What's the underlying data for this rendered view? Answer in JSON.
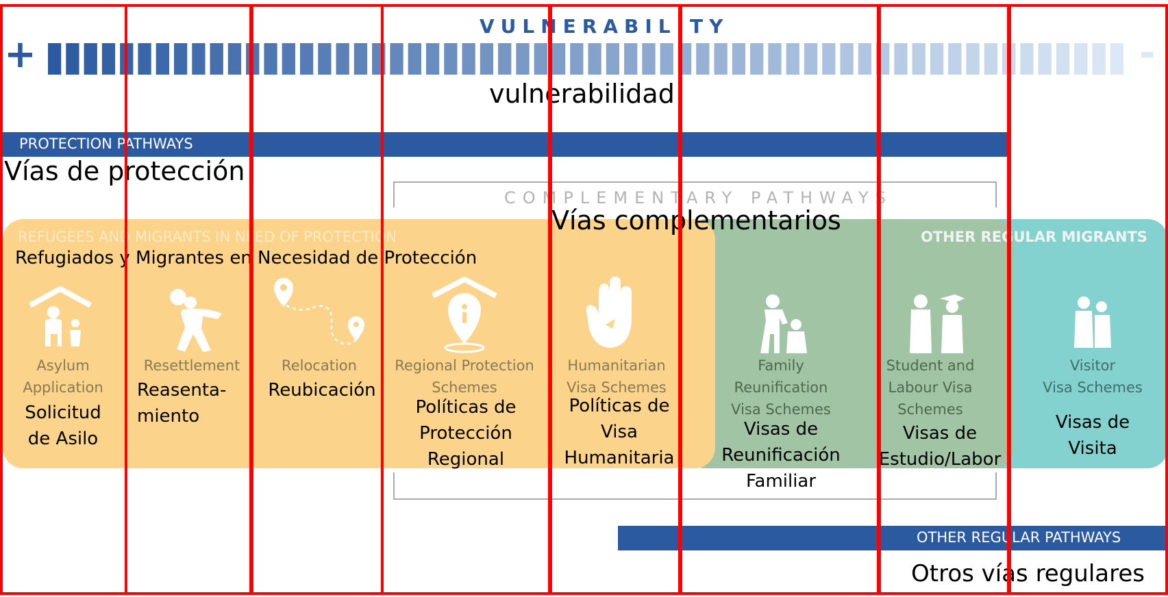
{
  "vulnerability": {
    "title": "VULNERABILITY",
    "plus": "+",
    "minus": "-",
    "translation": "vulnerabilidad",
    "color_high": "#2b5aa0",
    "color_low": "#dbe8f6"
  },
  "protection": {
    "label": "PROTECTION PATHWAYS",
    "translation": "Vías de protección"
  },
  "complementary": {
    "label": "COMPLEMENTARY PATHWAYS",
    "translation": "Vías complementarios"
  },
  "refugees": {
    "label": "REFUGEES AND MIGRANTS IN NEED OF PROTECTION",
    "translation": "Refugiados y Migrantes en Necesidad de Protección"
  },
  "other_migrants": {
    "label": "OTHER REGULAR MIGRANTS"
  },
  "items": [
    {
      "icon": "shelter-family-icon",
      "eng": [
        "Asylum",
        "Application"
      ],
      "es": [
        "Solicitud",
        "de Asilo"
      ]
    },
    {
      "icon": "walking-person-bundle-icon",
      "eng": [
        "Resettlement"
      ],
      "es": [
        "Reasenta-",
        "miento"
      ]
    },
    {
      "icon": "route-pins-icon",
      "eng": [
        "Relocation"
      ],
      "es": [
        "Reubicación"
      ]
    },
    {
      "icon": "roof-location-pin-icon",
      "eng": [
        "Regional Protection",
        "Schemes"
      ],
      "es": [
        "Políticas de",
        "Protección",
        "Regional"
      ]
    },
    {
      "icon": "raised-hand-icon",
      "eng": [
        "Humanitarian",
        "Visa Schemes"
      ],
      "es": [
        "Políticas de",
        "Visa",
        "Humanitaria"
      ]
    },
    {
      "icon": "adult-child-icon",
      "eng": [
        "Family",
        "Reunification",
        "Visa Schemes"
      ],
      "es": [
        "Visas de Reunificación",
        "Familiar"
      ]
    },
    {
      "icon": "student-graduate-icon",
      "eng": [
        "Student and",
        "Labour Visa",
        "Schemes"
      ],
      "es": [
        "Visas de",
        "Estudio/Labor"
      ]
    },
    {
      "icon": "visitor-pair-icon",
      "eng": [
        "Visitor",
        "Visa Schemes"
      ],
      "es": [
        "Visas de",
        "Visita"
      ]
    }
  ],
  "other_pathways": {
    "label": "OTHER REGULAR PATHWAYS",
    "translation": "Otros vías regulares"
  },
  "colors": {
    "blue_band": "#2b5aa0",
    "orange": "#fbd38a",
    "green": "#a0c4a4",
    "teal": "#84d2cf",
    "red_overlay": "#ff0000"
  }
}
